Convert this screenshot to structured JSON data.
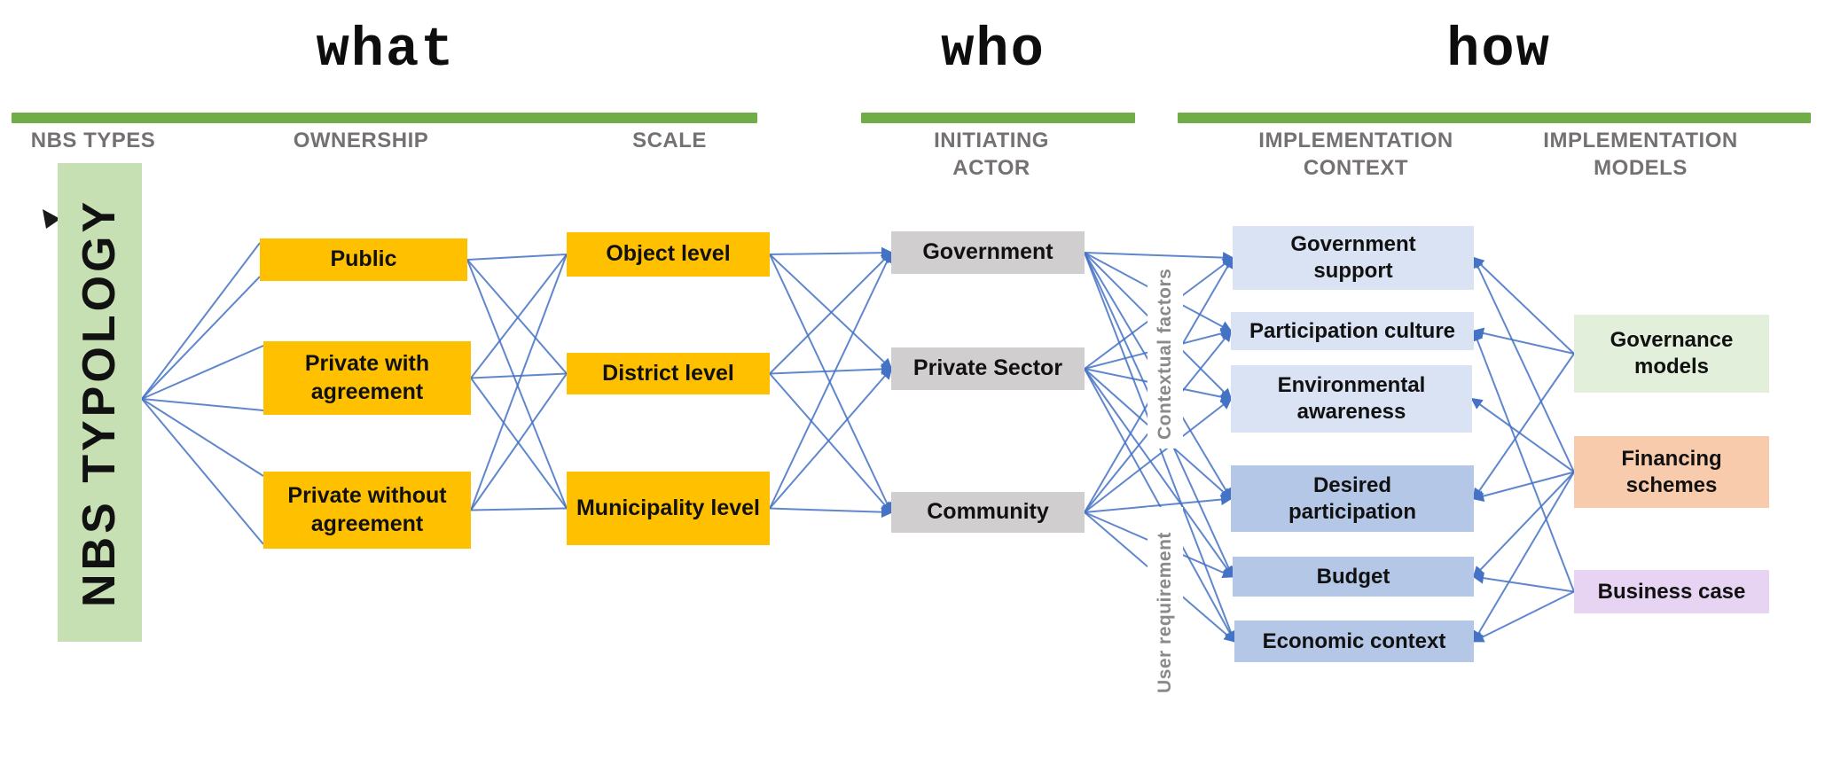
{
  "sections": [
    {
      "id": "what",
      "title": "what"
    },
    {
      "id": "who",
      "title": "who"
    },
    {
      "id": "how",
      "title": "how"
    }
  ],
  "column_headers": [
    {
      "id": "nbs_types",
      "label": "NBS TYPES"
    },
    {
      "id": "ownership",
      "label": "OWNERSHIP"
    },
    {
      "id": "scale",
      "label": "SCALE"
    },
    {
      "id": "initiating_actor",
      "label": "INITIATING ACTOR"
    },
    {
      "id": "implementation_context",
      "label": "IMPLEMENTATION CONTEXT"
    },
    {
      "id": "implementation_models",
      "label": "IMPLEMENTATION MODELS"
    }
  ],
  "vertical_labels": [
    {
      "id": "contextual_factors",
      "label": "Contextual factors"
    },
    {
      "id": "user_requirement",
      "label": "User requirement"
    }
  ],
  "nodes": {
    "nbs_typology": {
      "label": "NBS TYPOLOGY",
      "color": "#c6e0b4"
    },
    "public": {
      "label": "Public",
      "color": "#ffc000"
    },
    "private_with": {
      "label": "Private with agreement",
      "color": "#ffc000"
    },
    "private_without": {
      "label": "Private without agreement",
      "color": "#ffc000"
    },
    "object_level": {
      "label": "Object level",
      "color": "#ffc000"
    },
    "district_level": {
      "label": "District level",
      "color": "#ffc000"
    },
    "municipality_level": {
      "label": "Municipality level",
      "color": "#ffc000"
    },
    "government": {
      "label": "Government",
      "color": "#d0cece"
    },
    "private_sector": {
      "label": "Private Sector",
      "color": "#d0cece"
    },
    "community": {
      "label": "Community",
      "color": "#d0cece"
    },
    "government_support": {
      "label": "Government support",
      "color": "#dae3f3"
    },
    "participation_culture": {
      "label": "Participation culture",
      "color": "#dae3f3"
    },
    "environmental_awareness": {
      "label": "Environmental awareness",
      "color": "#dae3f3"
    },
    "desired_participation": {
      "label": "Desired participation",
      "color": "#b4c7e7"
    },
    "budget": {
      "label": "Budget",
      "color": "#b4c7e7"
    },
    "economic_context": {
      "label": "Economic context",
      "color": "#b4c7e7"
    },
    "governance_models": {
      "label": "Governance models",
      "color": "#e2efda"
    },
    "financing_schemes": {
      "label": "Financing schemes",
      "color": "#f8cbad"
    },
    "business_case": {
      "label": "Business case",
      "color": "#e6d4f2"
    }
  },
  "colors": {
    "accent_green": "#70ad47",
    "line_blue": "#4472c4",
    "header_gray": "#767171",
    "vertical_label_gray": "#8a8a8a",
    "node_text": "#111111"
  },
  "edges": [
    {
      "from": "nbs_typology",
      "to": "public",
      "group": "typology",
      "arrow": false
    },
    {
      "from": "nbs_typology",
      "to": "private_with",
      "group": "typology",
      "arrow": false
    },
    {
      "from": "nbs_typology",
      "to": "private_without",
      "group": "typology",
      "arrow": false
    },
    {
      "from": "public",
      "to": "object_level",
      "group": "ownership_scale",
      "arrow": false
    },
    {
      "from": "public",
      "to": "district_level",
      "group": "ownership_scale",
      "arrow": false
    },
    {
      "from": "public",
      "to": "municipality_level",
      "group": "ownership_scale",
      "arrow": false
    },
    {
      "from": "private_with",
      "to": "object_level",
      "group": "ownership_scale",
      "arrow": false
    },
    {
      "from": "private_with",
      "to": "district_level",
      "group": "ownership_scale",
      "arrow": false
    },
    {
      "from": "private_with",
      "to": "municipality_level",
      "group": "ownership_scale",
      "arrow": false
    },
    {
      "from": "private_without",
      "to": "object_level",
      "group": "ownership_scale",
      "arrow": false
    },
    {
      "from": "private_without",
      "to": "district_level",
      "group": "ownership_scale",
      "arrow": false
    },
    {
      "from": "private_without",
      "to": "municipality_level",
      "group": "ownership_scale",
      "arrow": false
    },
    {
      "from": "object_level",
      "to": "government",
      "group": "scale_actor",
      "arrow": true
    },
    {
      "from": "object_level",
      "to": "private_sector",
      "group": "scale_actor",
      "arrow": true
    },
    {
      "from": "object_level",
      "to": "community",
      "group": "scale_actor",
      "arrow": true
    },
    {
      "from": "district_level",
      "to": "government",
      "group": "scale_actor",
      "arrow": true
    },
    {
      "from": "district_level",
      "to": "private_sector",
      "group": "scale_actor",
      "arrow": true
    },
    {
      "from": "district_level",
      "to": "community",
      "group": "scale_actor",
      "arrow": true
    },
    {
      "from": "municipality_level",
      "to": "government",
      "group": "scale_actor",
      "arrow": true
    },
    {
      "from": "municipality_level",
      "to": "private_sector",
      "group": "scale_actor",
      "arrow": true
    },
    {
      "from": "municipality_level",
      "to": "community",
      "group": "scale_actor",
      "arrow": true
    },
    {
      "from": "government",
      "to": "government_support",
      "group": "actor_context",
      "arrow": true
    },
    {
      "from": "government",
      "to": "participation_culture",
      "group": "actor_context",
      "arrow": true
    },
    {
      "from": "government",
      "to": "environmental_awareness",
      "group": "actor_context",
      "arrow": true
    },
    {
      "from": "government",
      "to": "desired_participation",
      "group": "actor_context",
      "arrow": true
    },
    {
      "from": "government",
      "to": "budget",
      "group": "actor_context",
      "arrow": true
    },
    {
      "from": "government",
      "to": "economic_context",
      "group": "actor_context",
      "arrow": true
    },
    {
      "from": "private_sector",
      "to": "government_support",
      "group": "actor_context",
      "arrow": true
    },
    {
      "from": "private_sector",
      "to": "participation_culture",
      "group": "actor_context",
      "arrow": true
    },
    {
      "from": "private_sector",
      "to": "environmental_awareness",
      "group": "actor_context",
      "arrow": true
    },
    {
      "from": "private_sector",
      "to": "desired_participation",
      "group": "actor_context",
      "arrow": true
    },
    {
      "from": "private_sector",
      "to": "budget",
      "group": "actor_context",
      "arrow": true
    },
    {
      "from": "private_sector",
      "to": "economic_context",
      "group": "actor_context",
      "arrow": true
    },
    {
      "from": "community",
      "to": "government_support",
      "group": "actor_context",
      "arrow": true
    },
    {
      "from": "community",
      "to": "participation_culture",
      "group": "actor_context",
      "arrow": true
    },
    {
      "from": "community",
      "to": "environmental_awareness",
      "group": "actor_context",
      "arrow": true
    },
    {
      "from": "community",
      "to": "desired_participation",
      "group": "actor_context",
      "arrow": true
    },
    {
      "from": "community",
      "to": "budget",
      "group": "actor_context",
      "arrow": true
    },
    {
      "from": "community",
      "to": "economic_context",
      "group": "actor_context",
      "arrow": true
    },
    {
      "from": "governance_models",
      "to": "government_support",
      "group": "model_context",
      "arrow": true
    },
    {
      "from": "governance_models",
      "to": "participation_culture",
      "group": "model_context",
      "arrow": true
    },
    {
      "from": "governance_models",
      "to": "desired_participation",
      "group": "model_context",
      "arrow": true
    },
    {
      "from": "financing_schemes",
      "to": "government_support",
      "group": "model_context",
      "arrow": true
    },
    {
      "from": "financing_schemes",
      "to": "environmental_awareness",
      "group": "model_context",
      "arrow": true
    },
    {
      "from": "financing_schemes",
      "to": "desired_participation",
      "group": "model_context",
      "arrow": true
    },
    {
      "from": "financing_schemes",
      "to": "budget",
      "group": "model_context",
      "arrow": true
    },
    {
      "from": "financing_schemes",
      "to": "economic_context",
      "group": "model_context",
      "arrow": true
    },
    {
      "from": "business_case",
      "to": "participation_culture",
      "group": "model_context",
      "arrow": true
    },
    {
      "from": "business_case",
      "to": "budget",
      "group": "model_context",
      "arrow": true
    },
    {
      "from": "business_case",
      "to": "economic_context",
      "group": "model_context",
      "arrow": true
    }
  ]
}
